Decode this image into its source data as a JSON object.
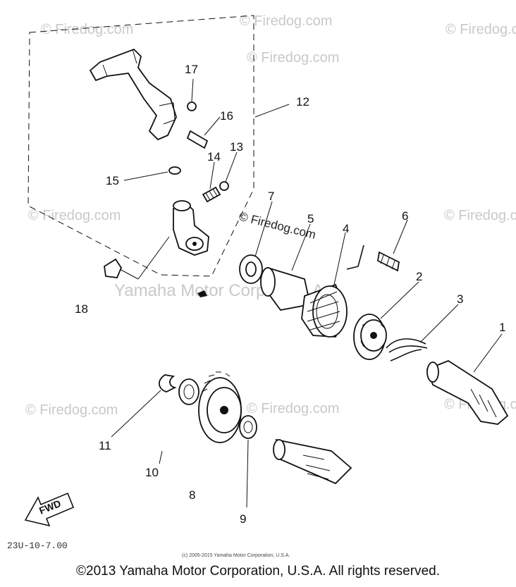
{
  "watermarks": {
    "firedog": "© Firedog.com",
    "firedog_center": "© Firedog.com",
    "yamaha": "Yamaha Motor Corp., U.S.A."
  },
  "labels": [
    "1",
    "2",
    "3",
    "4",
    "5",
    "6",
    "7",
    "8",
    "9",
    "10",
    "11",
    "12",
    "13",
    "14",
    "15",
    "16",
    "17",
    "18"
  ],
  "fwd": "FWD",
  "diagram_code": "23U-10-7.00",
  "small_copyright": "(c) 2005-2015 Yamaha Motor Corporation, U.S.A.",
  "copyright": "©2013 Yamaha Motor Corporation, U.S.A. All rights reserved."
}
